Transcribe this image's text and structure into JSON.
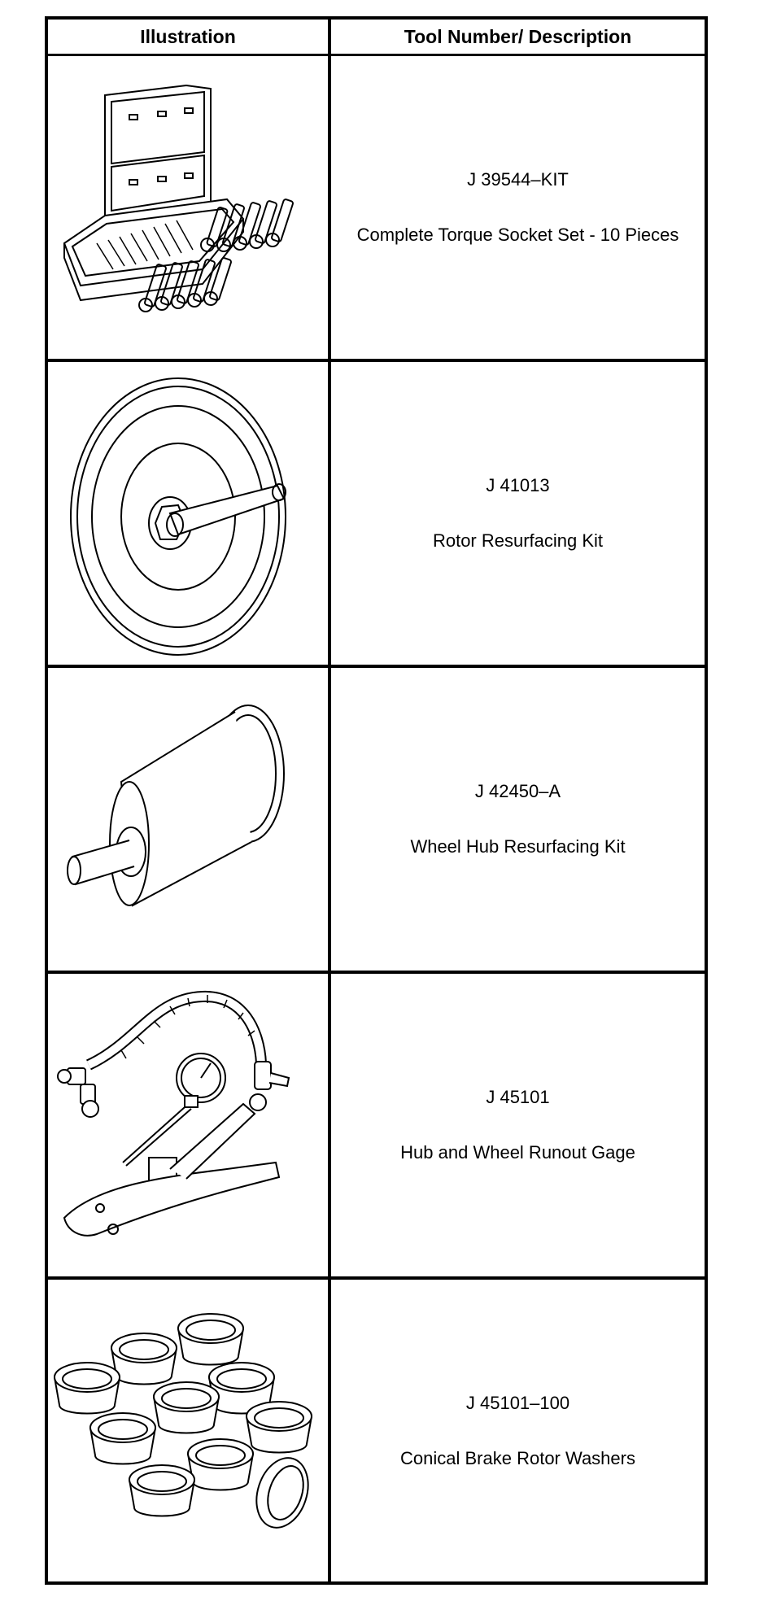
{
  "table": {
    "headers": {
      "illustration": "Illustration",
      "tool": "Tool Number/ Description"
    },
    "rows": [
      {
        "number": "J 39544–KIT",
        "description": "Complete Torque Socket Set - 10 Pieces",
        "icon": "torque-socket-set-icon"
      },
      {
        "number": "J 41013",
        "description": "Rotor Resurfacing Kit",
        "icon": "rotor-resurfacing-kit-icon"
      },
      {
        "number": "J 42450–A",
        "description": "Wheel Hub Resurfacing Kit",
        "icon": "wheel-hub-resurfacing-kit-icon"
      },
      {
        "number": "J 45101",
        "description": "Hub and Wheel Runout Gage",
        "icon": "runout-gage-icon"
      },
      {
        "number": "J 45101–100",
        "description": "Conical Brake Rotor Washers",
        "icon": "conical-washers-icon"
      }
    ]
  }
}
